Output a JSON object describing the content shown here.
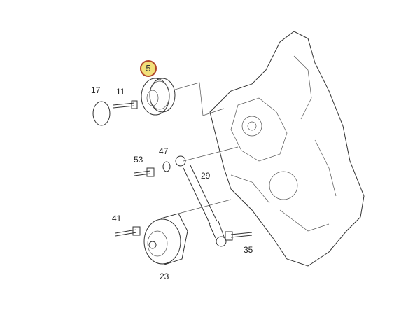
{
  "diagram": {
    "highlighted_part": "5",
    "highlight_colors": {
      "fill": "#f2e07a",
      "border": "#b0462a"
    },
    "part_labels": [
      "17",
      "11",
      "53",
      "47",
      "29",
      "41",
      "35",
      "23"
    ]
  }
}
